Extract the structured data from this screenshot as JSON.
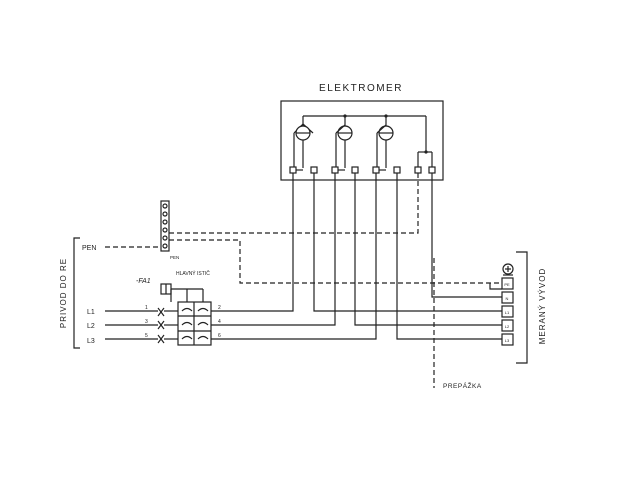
{
  "diagram": {
    "meter_title": "ELEKTROMER",
    "supply_label": "PRIVOD DO RE",
    "metered_output_label": "MERANÝ VÝVOD",
    "partition_label": "PREPÁŽKA",
    "breaker": {
      "designation": "-FA1",
      "name": "HLAVNÝ ISTIČ",
      "input_terminals": [
        "1",
        "3",
        "5"
      ],
      "output_terminals": [
        "2",
        "4",
        "6"
      ]
    },
    "supply_conductors": [
      "PEN",
      "L1",
      "L2",
      "L3"
    ],
    "pen_busbar_label": "PEN",
    "output_terminals": [
      "PE",
      "N",
      "L1",
      "L2",
      "L3"
    ]
  }
}
